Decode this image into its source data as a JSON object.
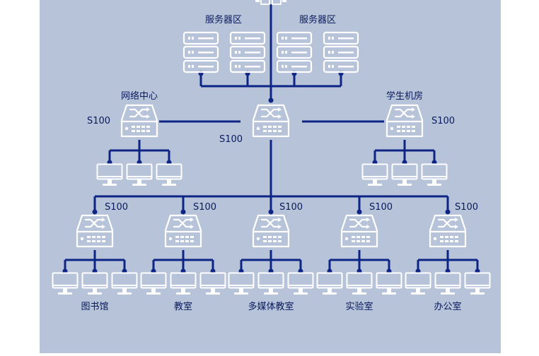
{
  "colors": {
    "panel": "#b6c3d9",
    "line": "#0f2585",
    "device_outline": "#ffffff",
    "text": "#0a1a5c"
  },
  "labels": {
    "server_zone_left": "服务器区",
    "server_zone_right": "服务器区",
    "network_center": "网络中心",
    "student_lab": "学生机房",
    "library": "图书馆",
    "classroom": "教室",
    "multimedia_classroom": "多媒体教室",
    "laboratory": "实验室",
    "office": "办公室",
    "switch_model": "S100"
  },
  "icons": {
    "server": "server-rack-icon",
    "switch": "network-switch-icon",
    "computer": "monitor-icon",
    "cloud": "cloud-icon"
  }
}
